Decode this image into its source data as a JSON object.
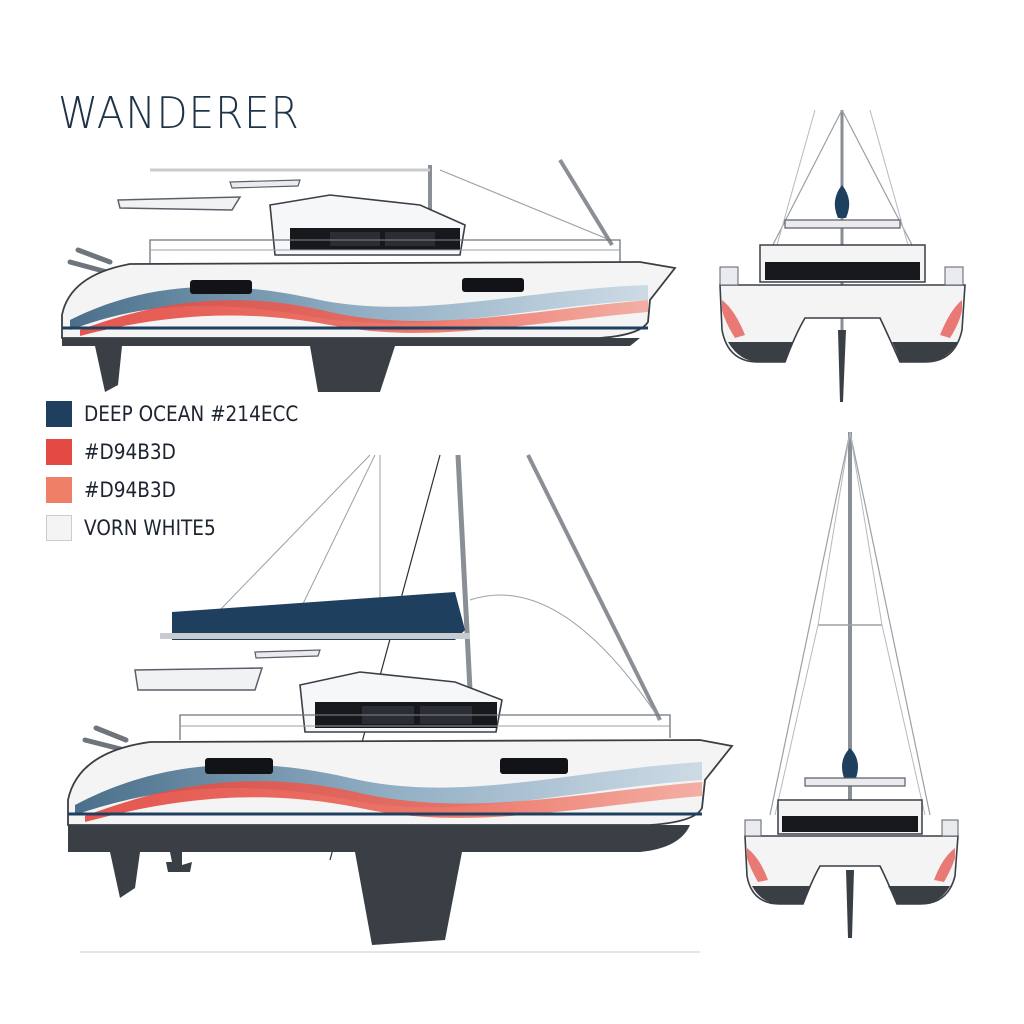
{
  "title": "WANDERER",
  "legend": [
    {
      "label": "DEEP OCEAN #214ECC",
      "color": "#1f3f5f"
    },
    {
      "label": "#D94B3D",
      "color": "#e24a43"
    },
    {
      "label": "#D94B3D",
      "color": "#ee8068"
    },
    {
      "label": "VORN WHITE5",
      "color": "#f4f4f4"
    }
  ],
  "palette": {
    "navy": "#1f3f5f",
    "coral": "#e24a43",
    "salmon": "#ee8068",
    "steel": "#7a9cb4",
    "hull_bottom": "#3a3f46",
    "hull_white": "#f4f4f4"
  }
}
